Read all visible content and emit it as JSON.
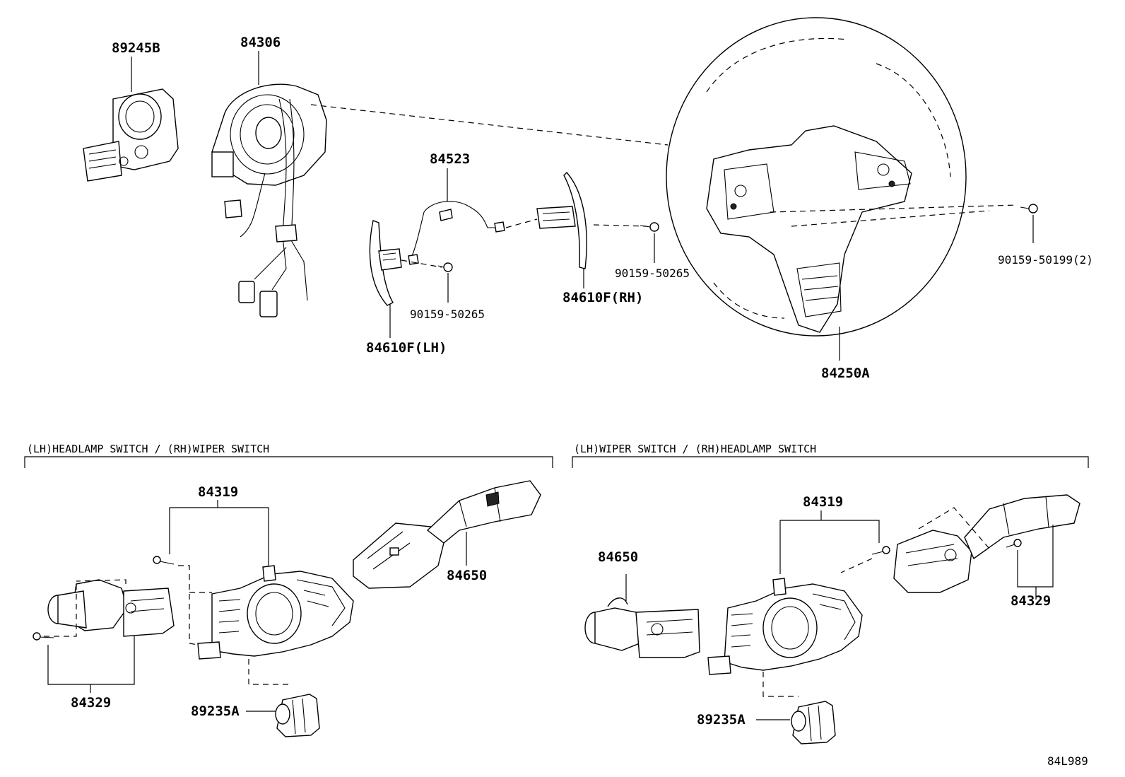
{
  "diagram_id": "84L989",
  "sections": {
    "left_header": "(LH)HEADLAMP SWITCH / (RH)WIPER SWITCH",
    "right_header": "(LH)WIPER SWITCH   / (RH)HEADLAMP SWITCH"
  },
  "labels": {
    "p89245B": "89245B",
    "p84306": "84306",
    "p84523": "84523",
    "p84610F_LH": "84610F(LH)",
    "p84610F_RH": "84610F(RH)",
    "p90159_50265_a": "90159-50265",
    "p90159_50265_b": "90159-50265",
    "p90159_50199": "90159-50199(2)",
    "p84250A": "84250A",
    "p84319_left": "84319",
    "p84650_left": "84650",
    "p84329_left": "84329",
    "p89235A_left": "89235A",
    "p84319_right": "84319",
    "p84650_right": "84650",
    "p84329_right": "84329",
    "p89235A_right": "89235A"
  }
}
